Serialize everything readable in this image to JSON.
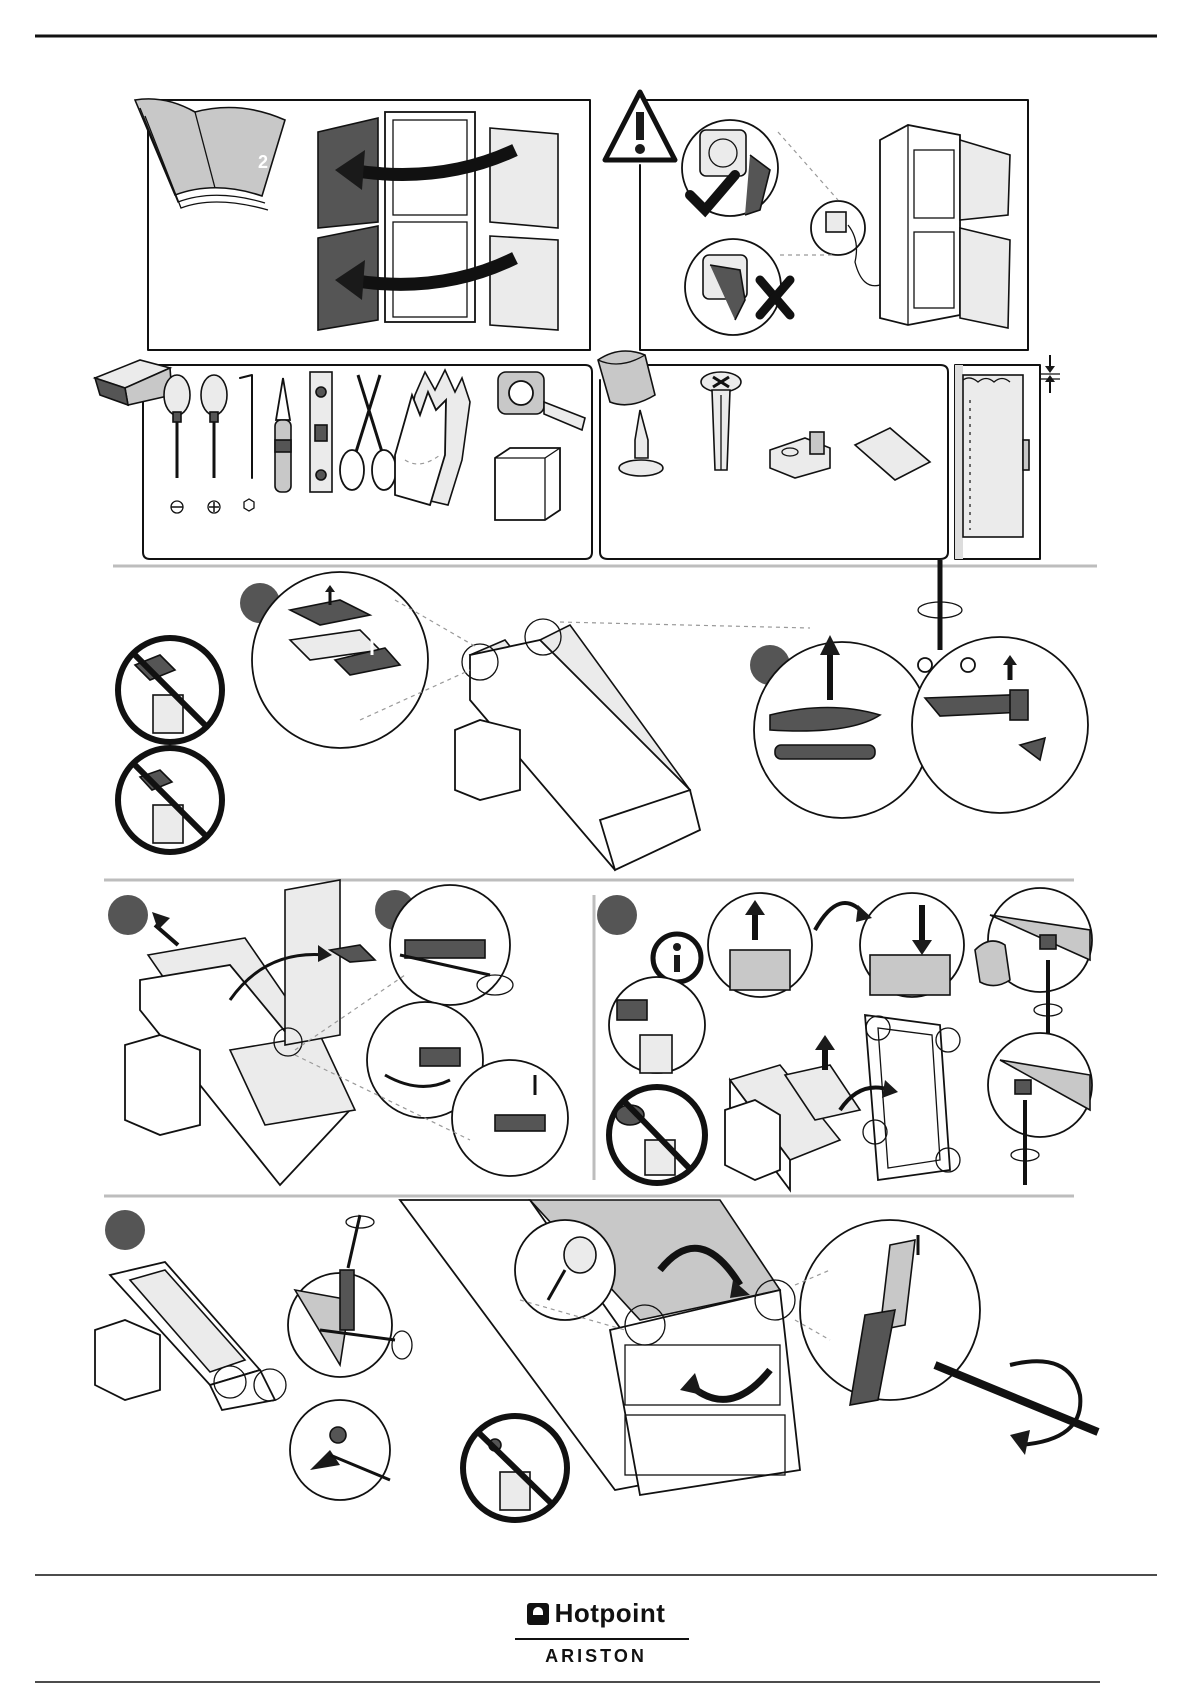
{
  "manual": {
    "page_number": "2"
  },
  "brand": {
    "name_top": "Hotpoint",
    "name_bottom": "ARISTON"
  },
  "icons": {
    "warning": "warning-triangle-icon",
    "info": "info-icon",
    "check": "checkmark-icon",
    "cross": "cross-icon",
    "no_dispose": "no-trash-icon"
  }
}
